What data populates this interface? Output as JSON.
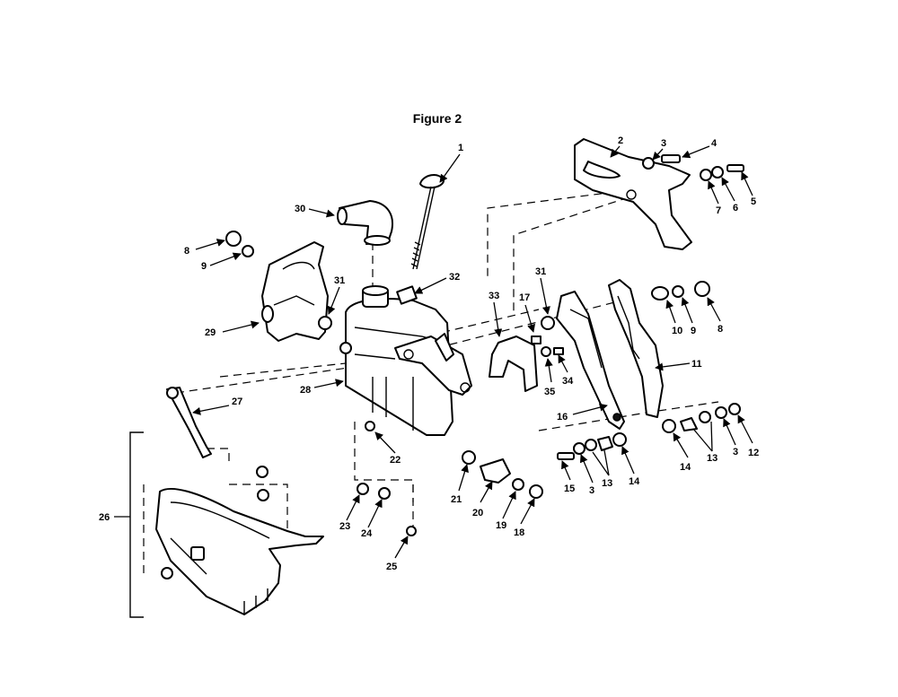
{
  "title": "Figure 2",
  "callouts": [
    "1",
    "2",
    "3",
    "4",
    "5",
    "6",
    "7",
    "8",
    "9",
    "29",
    "30",
    "31",
    "32",
    "33",
    "17",
    "31",
    "10",
    "9",
    "8",
    "11",
    "34",
    "35",
    "28",
    "27",
    "16",
    "22",
    "26",
    "21",
    "20",
    "19",
    "18",
    "14",
    "13",
    "3",
    "12",
    "15",
    "3",
    "13",
    "14",
    "23",
    "24",
    "25"
  ]
}
